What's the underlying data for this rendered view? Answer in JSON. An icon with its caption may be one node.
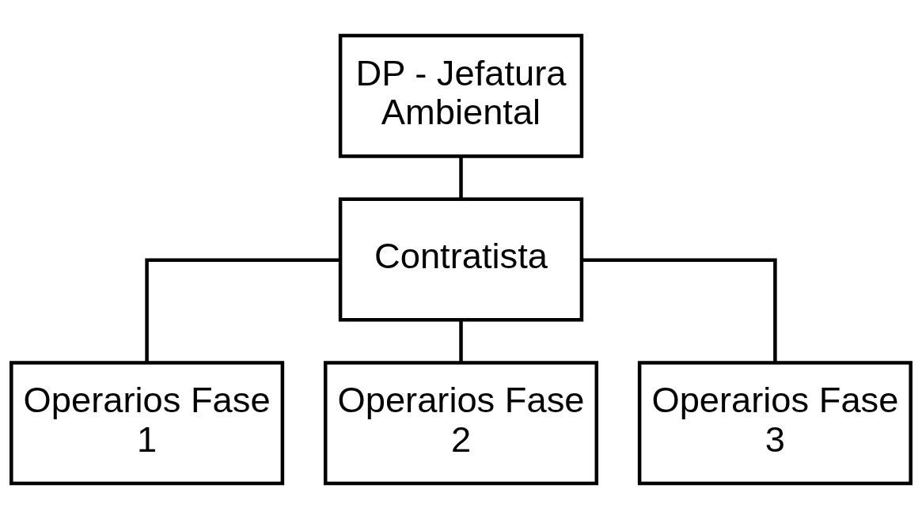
{
  "diagram": {
    "nodes": [
      {
        "text": [
          "DP - Jefatura Ambiental"
        ]
      },
      {
        "text": [
          "Contratista"
        ]
      },
      {
        "text": [
          "Operarios Fase 1"
        ]
      },
      {
        "text": [
          "Operarios Fase 2"
        ]
      },
      {
        "text": [
          "Operarios Fase 3"
        ]
      }
    ],
    "edges": [
      {
        "from": 0,
        "to": 1,
        "arrow": "none"
      },
      {
        "from": 1,
        "to": 2,
        "arrow": "none"
      },
      {
        "from": 1,
        "to": 3,
        "arrow": "none"
      },
      {
        "from": 1,
        "to": 4,
        "arrow": "none"
      }
    ]
  }
}
